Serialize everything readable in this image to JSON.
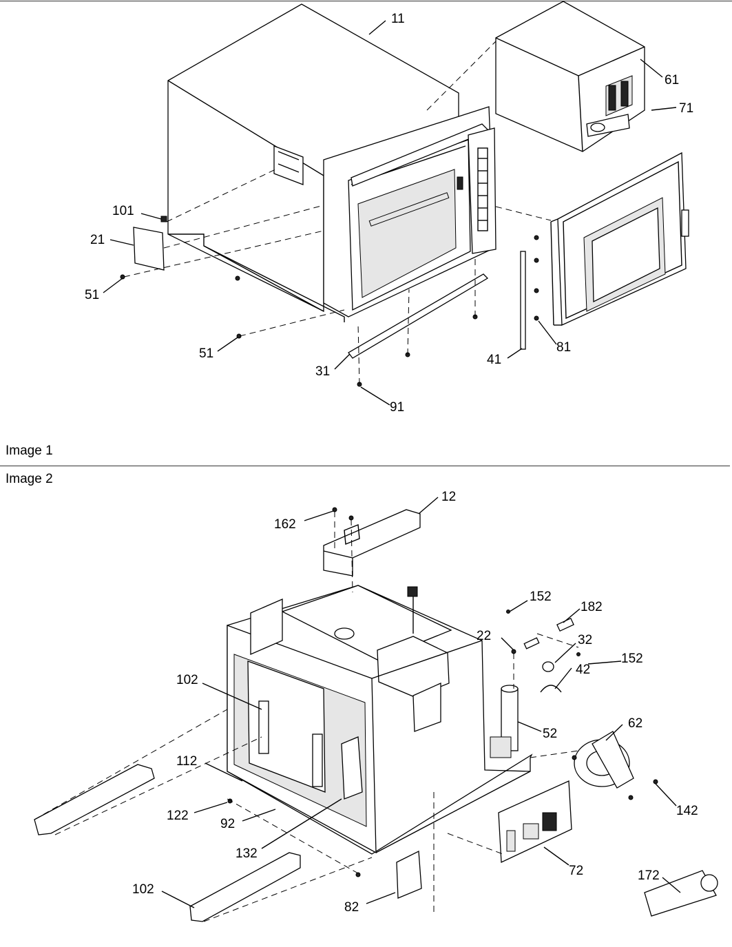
{
  "captions": {
    "image1": "Image 1",
    "image2": "Image 2"
  },
  "image1_callouts": [
    "11",
    "61",
    "71",
    "101",
    "21",
    "51",
    "51",
    "31",
    "91",
    "41",
    "81"
  ],
  "image2_callouts": [
    "162",
    "12",
    "152",
    "182",
    "22",
    "32",
    "42",
    "152",
    "102",
    "62",
    "52",
    "112",
    "142",
    "122",
    "92",
    "132",
    "72",
    "172",
    "102",
    "82"
  ]
}
